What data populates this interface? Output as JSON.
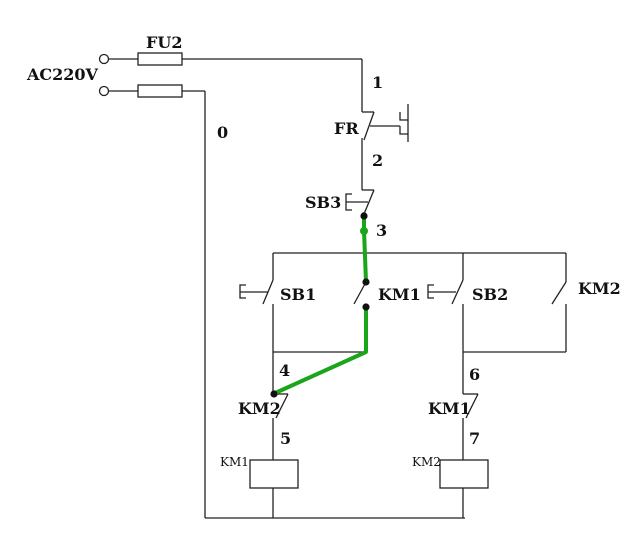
{
  "source_label": "AC220V",
  "fuse_label": "FU2",
  "labels": {
    "fr": "FR",
    "sb3": "SB3",
    "sb1": "SB1",
    "sb2": "SB2",
    "km1_contact": "KM1",
    "km2_contact": "KM2",
    "km2_interlock": "KM2",
    "km1_interlock": "KM1",
    "coil1": "KM1",
    "coil2": "KM2"
  },
  "nodes": {
    "n0": "0",
    "n1": "1",
    "n2": "2",
    "n3": "3",
    "n4": "4",
    "n5": "5",
    "n6": "6",
    "n7": "7"
  },
  "colors": {
    "wire": "#222222",
    "highlight": "#1aa51a"
  }
}
